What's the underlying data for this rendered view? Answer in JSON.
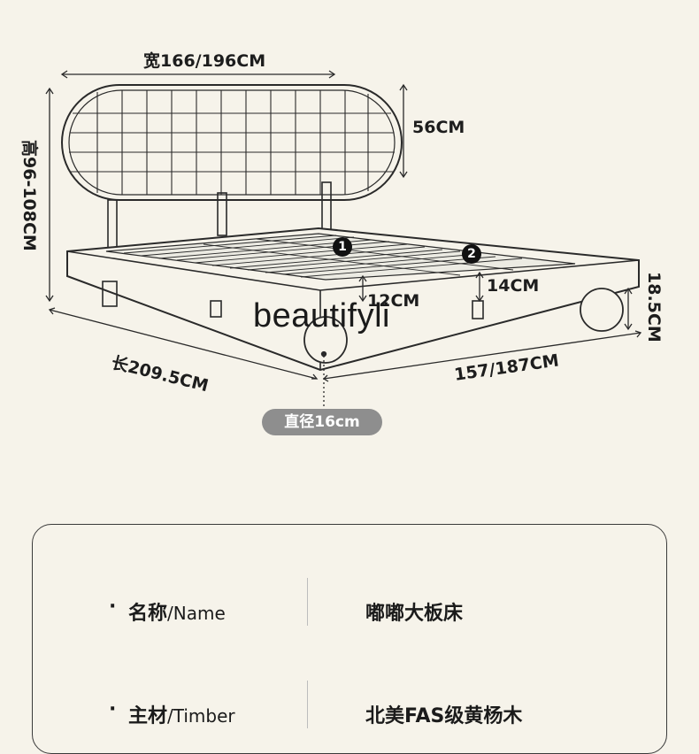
{
  "dimensions": {
    "width_label": "宽166/196CM",
    "headboard_height": "56CM",
    "total_height": "高96-108CM",
    "badge_1": "1",
    "badge_2": "2",
    "inner_depth": "12CM",
    "side_depth": "14CM",
    "leg_height": "18.5CM",
    "length_label": "长209.5CM",
    "width_bottom": "157/187CM",
    "diameter": "直径16cm"
  },
  "watermark": "beautifyli",
  "specs": [
    {
      "key_cn": "名称",
      "key_en": "/Name",
      "value": "嘟嘟大板床"
    },
    {
      "key_cn": "主材",
      "key_en": "/Timber",
      "value": "北美FAS级黄杨木"
    }
  ]
}
